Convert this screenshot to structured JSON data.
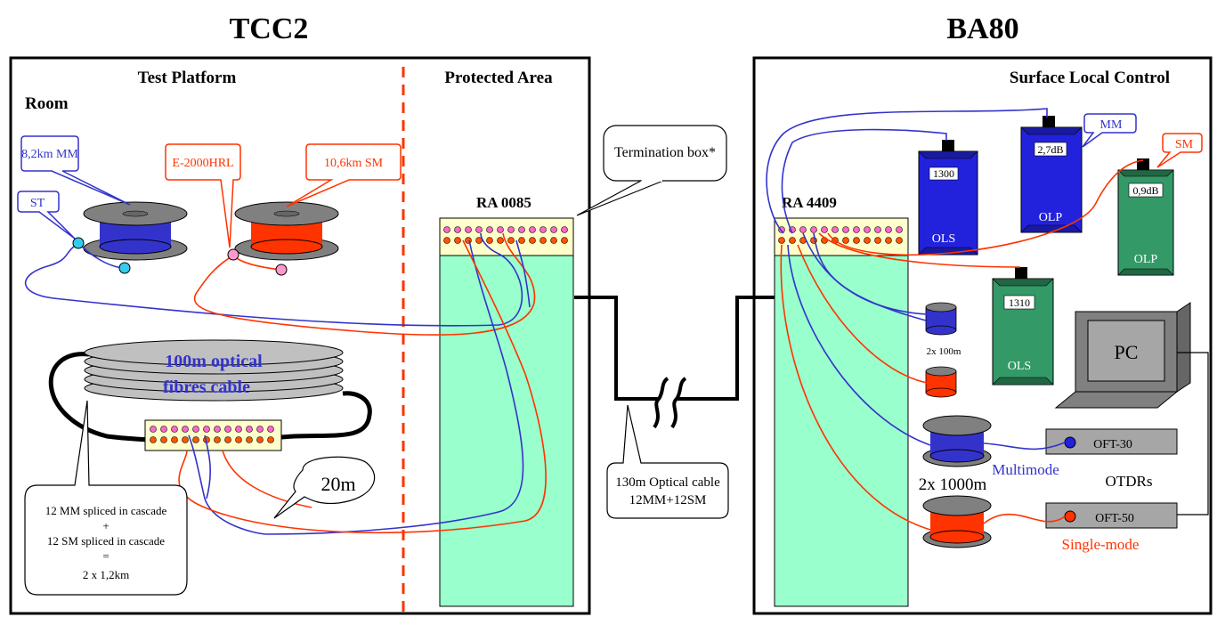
{
  "sites": {
    "left_title": "TCC2",
    "right_title": "BA80"
  },
  "left_panel": {
    "test_platform": "Test Platform",
    "protected_area": "Protected Area",
    "room": "Room",
    "callout_mm": "8,2km MM",
    "callout_hrl": "E-2000HRL",
    "callout_sm": "10,6km SM",
    "callout_st": "ST",
    "termination_box": "Termination box*",
    "rack_label": "RA 0085",
    "cable_line1": "100m optical",
    "cable_line2": "fibres cable",
    "callout_20m": "20m",
    "splice_note": [
      "12 MM spliced in cascade",
      "+",
      "12 SM spliced in cascade",
      "=",
      "2 x 1,2km"
    ]
  },
  "link": {
    "line1": "130m Optical cable",
    "line2": "12MM+12SM"
  },
  "right_panel": {
    "title": "Surface Local Control",
    "rack_label": "RA 4409",
    "ols_blue_value": "1300",
    "ols_blue_label": "OLS",
    "olp_blue_value": "2,7dB",
    "olp_blue_label": "OLP",
    "olp_green_value": "0,9dB",
    "olp_green_label": "OLP",
    "ols_green_value": "1310",
    "ols_green_label": "OLS",
    "callout_mm": "MM",
    "callout_sm": "SM",
    "small_spools": "2x 100m",
    "big_spools": "2x 1000m",
    "pc": "PC",
    "oft30": "OFT-30",
    "oft50": "OFT-50",
    "multimode": "Multimode",
    "singlemode": "Single-mode",
    "otdrs": "OTDRs"
  },
  "colors": {
    "mm_blue": "#3333cc",
    "sm_red": "#ff3300",
    "rack_green": "#99ffcc",
    "connector_panel": "#ffffcc",
    "instrument_green": "#339966",
    "instrument_blue": "#2222dd",
    "st_connector": "#33ccee",
    "hrl_connector": "#ff99cc",
    "dashed_divider": "#ff3300"
  }
}
